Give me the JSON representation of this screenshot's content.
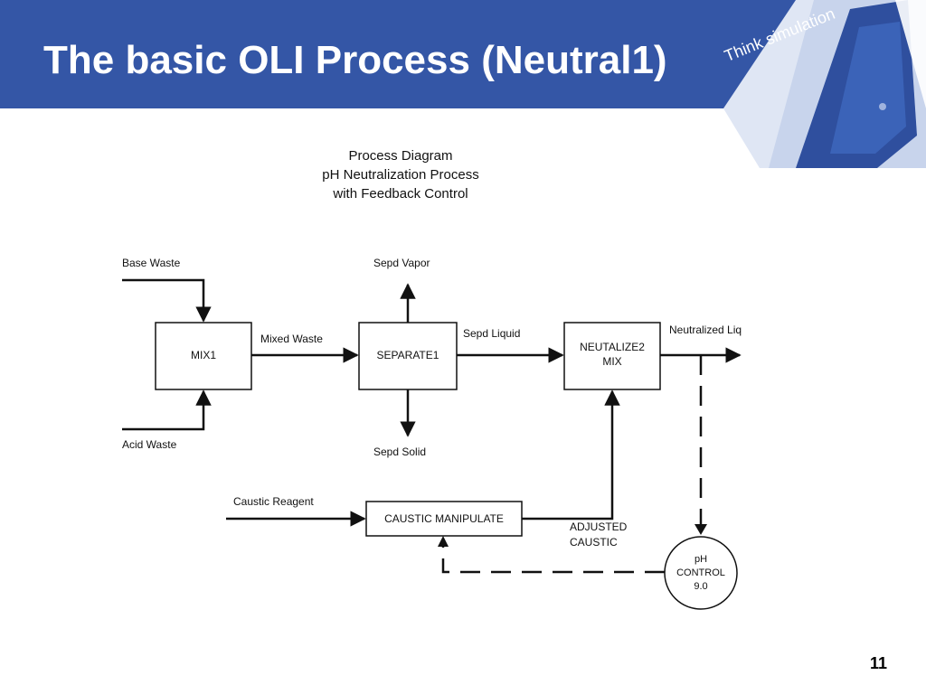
{
  "slide": {
    "title": "The basic OLI Process (Neutral1)",
    "tagline": "Think simulation",
    "page_number": "11"
  },
  "colors": {
    "header": "#3456a6",
    "door": "#2f4f9e",
    "line": "#111111"
  },
  "diagram": {
    "heading": [
      "Process Diagram",
      "pH Neutralization Process",
      "with Feedback Control"
    ],
    "blocks": {
      "mix1": "MIX1",
      "separate1": "SEPARATE1",
      "neutralize2": [
        "NEUTALIZE2",
        "MIX"
      ],
      "caustic_manipulate": "CAUSTIC MANIPULATE",
      "ph_control": [
        "pH",
        "CONTROL",
        "9.0"
      ]
    },
    "streams": {
      "base_waste": "Base Waste",
      "acid_waste": "Acid Waste",
      "mixed_waste": "Mixed Waste",
      "sepd_vapor": "Sepd Vapor",
      "sepd_liquid": "Sepd Liquid",
      "sepd_solid": "Sepd Solid",
      "neutralized_liq": "Neutralized Liq",
      "caustic_reagent": "Caustic Reagent",
      "adjusted_caustic": [
        "ADJUSTED",
        "CAUSTIC"
      ]
    }
  }
}
